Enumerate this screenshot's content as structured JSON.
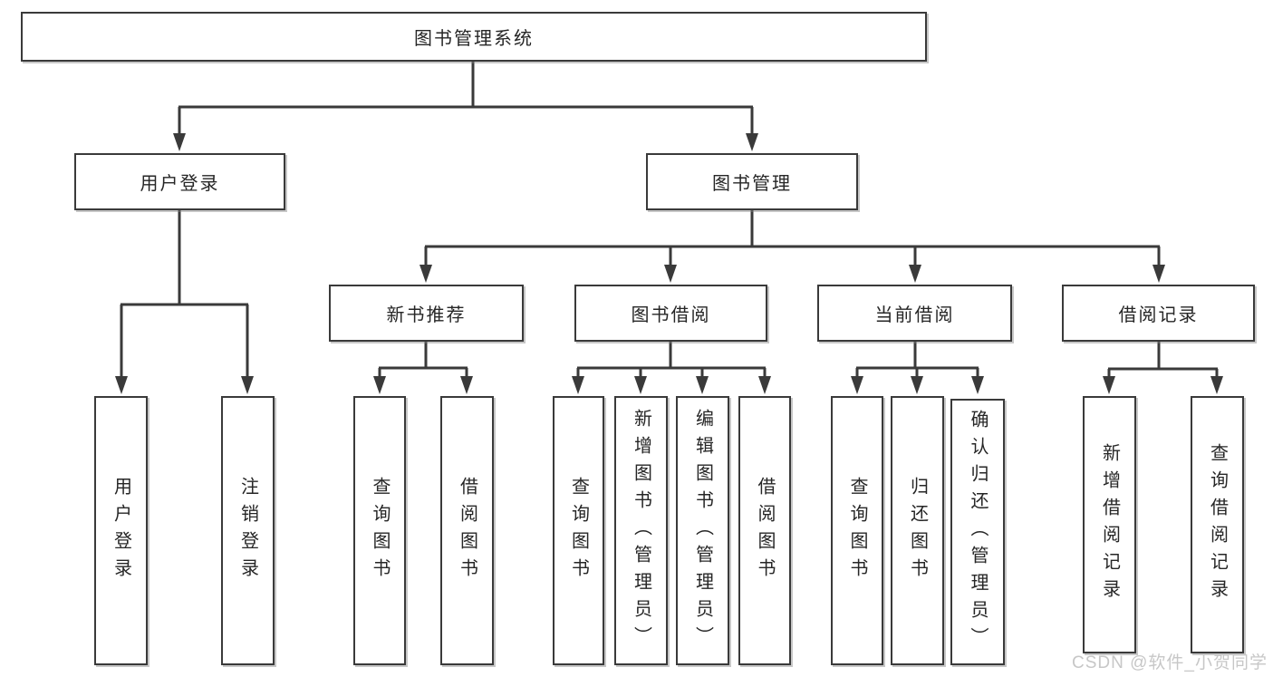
{
  "diagram": {
    "root": {
      "label": "图书管理系统"
    },
    "level2": [
      {
        "label": "用户登录"
      },
      {
        "label": "图书管理"
      }
    ],
    "level3": [
      {
        "label": "新书推荐"
      },
      {
        "label": "图书借阅"
      },
      {
        "label": "当前借阅"
      },
      {
        "label": "借阅记录"
      }
    ],
    "leaves": [
      {
        "group": "用户登录",
        "label": "用户登录"
      },
      {
        "group": "用户登录",
        "label": "注销登录"
      },
      {
        "group": "新书推荐",
        "label": "查询图书"
      },
      {
        "group": "新书推荐",
        "label": "借阅图书"
      },
      {
        "group": "图书借阅",
        "label": "查询图书"
      },
      {
        "group": "图书借阅",
        "label": "新增图书（管理员）"
      },
      {
        "group": "图书借阅",
        "label": "编辑图书（管理员）"
      },
      {
        "group": "图书借阅",
        "label": "借阅图书"
      },
      {
        "group": "当前借阅",
        "label": "查询图书"
      },
      {
        "group": "当前借阅",
        "label": "归还图书"
      },
      {
        "group": "当前借阅",
        "label": "确认归还（管理员）"
      },
      {
        "group": "借阅记录",
        "label": "新增借阅记录"
      },
      {
        "group": "借阅记录",
        "label": "查询借阅记录"
      }
    ],
    "watermark": "CSDN @软件_小贺同学",
    "colors": {
      "line": "#3a3a3a",
      "box_border": "#3a3a3a",
      "box_fill": "#ffffff",
      "text": "#262626",
      "watermark": "#c7c7c7"
    }
  }
}
